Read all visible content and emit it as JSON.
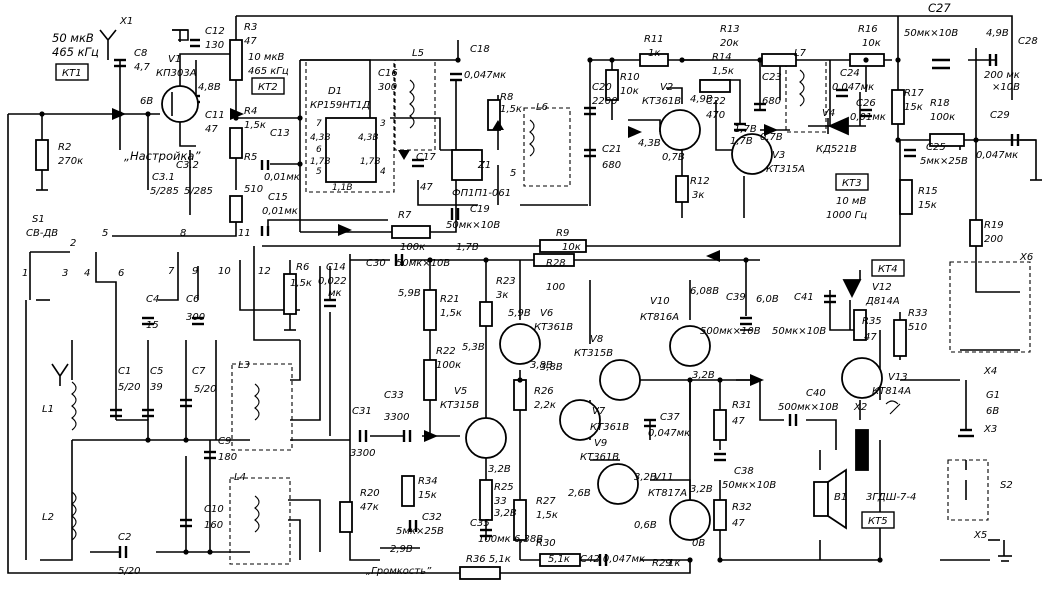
{
  "labels": [
    {
      "id": "lbl-in-level",
      "text": "50 мкВ"
    },
    {
      "id": "lbl-in-freq",
      "text": "465 кГц"
    },
    {
      "id": "lbl-x1",
      "text": "X1"
    },
    {
      "id": "lbl-c8",
      "text": "C8"
    },
    {
      "id": "lbl-c8v",
      "text": "4,7"
    },
    {
      "id": "lbl-v1",
      "text": "V1"
    },
    {
      "id": "lbl-v1t",
      "text": "КП303А"
    },
    {
      "id": "lbl-6v",
      "text": "6В"
    },
    {
      "id": "lbl-48v",
      "text": "4,8В"
    },
    {
      "id": "lbl-c12",
      "text": "C12"
    },
    {
      "id": "lbl-c12v",
      "text": "130"
    },
    {
      "id": "lbl-c11",
      "text": "C11"
    },
    {
      "id": "lbl-c11v",
      "text": "47"
    },
    {
      "id": "lbl-r3",
      "text": "R3"
    },
    {
      "id": "lbl-r3v",
      "text": "47"
    },
    {
      "id": "lbl-kt2-level",
      "text": "10 мкВ"
    },
    {
      "id": "lbl-kt2-freq",
      "text": "465 кГц"
    },
    {
      "id": "lbl-r4",
      "text": "R4"
    },
    {
      "id": "lbl-r4v",
      "text": "1,5к"
    },
    {
      "id": "lbl-r2",
      "text": "R2"
    },
    {
      "id": "lbl-r2v",
      "text": "270к"
    },
    {
      "id": "lbl-tune",
      "text": "„Настройка”"
    },
    {
      "id": "lbl-c31",
      "text": "C3.1"
    },
    {
      "id": "lbl-c32",
      "text": "C3.2"
    },
    {
      "id": "lbl-c31v",
      "text": "5/285"
    },
    {
      "id": "lbl-c32v",
      "text": "5/285"
    },
    {
      "id": "lbl-c13",
      "text": "C13"
    },
    {
      "id": "lbl-c13v",
      "text": "0,01мк"
    },
    {
      "id": "lbl-r5",
      "text": "R5"
    },
    {
      "id": "lbl-r5v",
      "text": "510"
    },
    {
      "id": "lbl-c15",
      "text": "C15"
    },
    {
      "id": "lbl-c15v",
      "text": "0,01мк"
    },
    {
      "id": "lbl-d1",
      "text": "D1"
    },
    {
      "id": "lbl-d1t",
      "text": "КР159НТ1Д"
    },
    {
      "id": "lbl-d1p7",
      "text": "7"
    },
    {
      "id": "lbl-d1p6",
      "text": "6"
    },
    {
      "id": "lbl-d1p5",
      "text": "5"
    },
    {
      "id": "lbl-d1p3",
      "text": "3"
    },
    {
      "id": "lbl-d1p4",
      "text": "4"
    },
    {
      "id": "lbl-d1v1",
      "text": "4,3В"
    },
    {
      "id": "lbl-d1v2",
      "text": "4,3В"
    },
    {
      "id": "lbl-d1v3",
      "text": "1,7В"
    },
    {
      "id": "lbl-d1v4",
      "text": "1,7В"
    },
    {
      "id": "lbl-d1v5",
      "text": "1,1В"
    },
    {
      "id": "lbl-l5",
      "text": "L5"
    },
    {
      "id": "lbl-c16",
      "text": "C16"
    },
    {
      "id": "lbl-c16v",
      "text": "300"
    },
    {
      "id": "lbl-c18",
      "text": "C18"
    },
    {
      "id": "lbl-c18v",
      "text": "0,047мк"
    },
    {
      "id": "lbl-c17",
      "text": "C17"
    },
    {
      "id": "lbl-c17v",
      "text": "47"
    },
    {
      "id": "lbl-z1",
      "text": "Z1"
    },
    {
      "id": "lbl-z1t",
      "text": "ФП1П1-061"
    },
    {
      "id": "lbl-r8",
      "text": "R8"
    },
    {
      "id": "lbl-r8v",
      "text": "1,5к"
    },
    {
      "id": "lbl-l6",
      "text": "L6"
    },
    {
      "id": "lbl-l6p",
      "text": "5"
    },
    {
      "id": "lbl-r7",
      "text": "R7"
    },
    {
      "id": "lbl-r7v",
      "text": "100к"
    },
    {
      "id": "lbl-c19",
      "text": "C19"
    },
    {
      "id": "lbl-c19v",
      "text": "50мк×10В"
    },
    {
      "id": "lbl-17v",
      "text": "1,7В"
    },
    {
      "id": "lbl-r9",
      "text": "R9"
    },
    {
      "id": "lbl-r9v",
      "text": "10к"
    },
    {
      "id": "lbl-c20",
      "text": "C20"
    },
    {
      "id": "lbl-c20v",
      "text": "2200"
    },
    {
      "id": "lbl-c21",
      "text": "C21"
    },
    {
      "id": "lbl-c21v",
      "text": "680"
    },
    {
      "id": "lbl-r11",
      "text": "R11"
    },
    {
      "id": "lbl-r11v",
      "text": "1к"
    },
    {
      "id": "lbl-r10",
      "text": "R10"
    },
    {
      "id": "lbl-r10v",
      "text": "10к"
    },
    {
      "id": "lbl-v2",
      "text": "V2"
    },
    {
      "id": "lbl-v2t",
      "text": "КТ361В"
    },
    {
      "id": "lbl-v2e",
      "text": "4,9В"
    },
    {
      "id": "lbl-v2b",
      "text": "4,3В"
    },
    {
      "id": "lbl-v2c",
      "text": "0,7В"
    },
    {
      "id": "lbl-r12",
      "text": "R12"
    },
    {
      "id": "lbl-r12v",
      "text": "3к"
    },
    {
      "id": "lbl-r13",
      "text": "R13"
    },
    {
      "id": "lbl-r13v",
      "text": "20к"
    },
    {
      "id": "lbl-r14",
      "text": "R14"
    },
    {
      "id": "lbl-r14v",
      "text": "1,5к"
    },
    {
      "id": "lbl-c22",
      "text": "C22"
    },
    {
      "id": "lbl-c22v",
      "text": "470"
    },
    {
      "id": "lbl-c23",
      "text": "C23"
    },
    {
      "id": "lbl-c23v",
      "text": "680"
    },
    {
      "id": "lbl-v3",
      "text": "V3"
    },
    {
      "id": "lbl-v3t",
      "text": "КТ315А"
    },
    {
      "id": "lbl-v3v",
      "text": "1,7В"
    },
    {
      "id": "lbl-l7",
      "text": "L7"
    },
    {
      "id": "lbl-r16",
      "text": "R16"
    },
    {
      "id": "lbl-r16v",
      "text": "10к"
    },
    {
      "id": "lbl-c24",
      "text": "C24"
    },
    {
      "id": "lbl-c24v",
      "text": "0,047мк"
    },
    {
      "id": "lbl-c26",
      "text": "C26"
    },
    {
      "id": "lbl-c26v",
      "text": "0,01мк"
    },
    {
      "id": "lbl-v4",
      "text": "V4"
    },
    {
      "id": "lbl-v4t",
      "text": "КД521В"
    },
    {
      "id": "lbl-c27",
      "text": "C27"
    },
    {
      "id": "lbl-c27v",
      "text": "50мк×10В"
    },
    {
      "id": "lbl-r17",
      "text": "R17"
    },
    {
      "id": "lbl-r17v",
      "text": "15к"
    },
    {
      "id": "lbl-r18",
      "text": "R18"
    },
    {
      "id": "lbl-r18v",
      "text": "100к"
    },
    {
      "id": "lbl-c25",
      "text": "C25"
    },
    {
      "id": "lbl-c25v",
      "text": "5мк×25В"
    },
    {
      "id": "lbl-kt3-level",
      "text": "10 мВ"
    },
    {
      "id": "lbl-kt3-freq",
      "text": "1000 Гц"
    },
    {
      "id": "lbl-r15",
      "text": "R15"
    },
    {
      "id": "lbl-r15v",
      "text": "15к"
    },
    {
      "id": "lbl-c28v0",
      "text": "4,9В"
    },
    {
      "id": "lbl-c28",
      "text": "C28"
    },
    {
      "id": "lbl-c28v",
      "text": "200 мк"
    },
    {
      "id": "lbl-c28v2",
      "text": "×10В"
    },
    {
      "id": "lbl-c29",
      "text": "C29"
    },
    {
      "id": "lbl-c29v",
      "text": "0,047мк"
    },
    {
      "id": "lbl-r19",
      "text": "R19"
    },
    {
      "id": "lbl-r19v",
      "text": "200"
    },
    {
      "id": "lbl-x6",
      "text": "X6"
    },
    {
      "id": "lbl-s1",
      "text": "S1"
    },
    {
      "id": "lbl-s1t",
      "text": "СВ-ДВ"
    },
    {
      "id": "lbl-n1",
      "text": "1"
    },
    {
      "id": "lbl-n2",
      "text": "2"
    },
    {
      "id": "lbl-n3",
      "text": "3"
    },
    {
      "id": "lbl-n4",
      "text": "4"
    },
    {
      "id": "lbl-n5",
      "text": "5"
    },
    {
      "id": "lbl-n6",
      "text": "6"
    },
    {
      "id": "lbl-n7",
      "text": "7"
    },
    {
      "id": "lbl-n8",
      "text": "8"
    },
    {
      "id": "lbl-n9",
      "text": "9"
    },
    {
      "id": "lbl-n10",
      "text": "10"
    },
    {
      "id": "lbl-n11",
      "text": "11"
    },
    {
      "id": "lbl-n12",
      "text": "12"
    },
    {
      "id": "lbl-c4",
      "text": "C4"
    },
    {
      "id": "lbl-c4v",
      "text": "15"
    },
    {
      "id": "lbl-c6",
      "text": "C6"
    },
    {
      "id": "lbl-c6v",
      "text": "300"
    },
    {
      "id": "lbl-r6",
      "text": "R6"
    },
    {
      "id": "lbl-r6v",
      "text": "1,5к"
    },
    {
      "id": "lbl-c14",
      "text": "C14"
    },
    {
      "id": "lbl-c14v",
      "text": "0,022"
    },
    {
      "id": "lbl-c14u",
      "text": "мк"
    },
    {
      "id": "lbl-c30",
      "text": "C30"
    },
    {
      "id": "lbl-c30v",
      "text": "50мк×10В"
    },
    {
      "id": "lbl-59v",
      "text": "5,9В"
    },
    {
      "id": "lbl-r21",
      "text": "R21"
    },
    {
      "id": "lbl-r21v",
      "text": "1,5к"
    },
    {
      "id": "lbl-r22",
      "text": "R22"
    },
    {
      "id": "lbl-r22v",
      "text": "100к"
    },
    {
      "id": "lbl-r23",
      "text": "R23"
    },
    {
      "id": "lbl-r23v",
      "text": "3к"
    },
    {
      "id": "lbl-r28",
      "text": "R28"
    },
    {
      "id": "lbl-r28v",
      "text": "100"
    },
    {
      "id": "lbl-v6",
      "text": "V6"
    },
    {
      "id": "lbl-v6t",
      "text": "КТ361В"
    },
    {
      "id": "lbl-v6e",
      "text": "5,9В"
    },
    {
      "id": "lbl-v6b",
      "text": "5,3В"
    },
    {
      "id": "lbl-v6c",
      "text": "3,8В"
    },
    {
      "id": "lbl-v10",
      "text": "V10"
    },
    {
      "id": "lbl-v10t",
      "text": "КТ816А"
    },
    {
      "id": "lbl-608v",
      "text": "6,08В"
    },
    {
      "id": "lbl-c39",
      "text": "C39"
    },
    {
      "id": "lbl-c39v",
      "text": "500мк×10В"
    },
    {
      "id": "lbl-6v2",
      "text": "6,0В"
    },
    {
      "id": "lbl-v8",
      "text": "V8"
    },
    {
      "id": "lbl-v8t",
      "text": "КТ315В"
    },
    {
      "id": "lbl-32v1",
      "text": "3,2В"
    },
    {
      "id": "lbl-c41",
      "text": "C41"
    },
    {
      "id": "lbl-c41v",
      "text": "50мк×10В"
    },
    {
      "id": "lbl-v12",
      "text": "V12"
    },
    {
      "id": "lbl-v12t",
      "text": "Д814А"
    },
    {
      "id": "lbl-r35",
      "text": "R35"
    },
    {
      "id": "lbl-r35v",
      "text": "47"
    },
    {
      "id": "lbl-r33",
      "text": "R33"
    },
    {
      "id": "lbl-r33v",
      "text": "510"
    },
    {
      "id": "lbl-v13",
      "text": "V13"
    },
    {
      "id": "lbl-v13t",
      "text": "КТ814А"
    },
    {
      "id": "lbl-c1",
      "text": "C1"
    },
    {
      "id": "lbl-c1v",
      "text": "5/20"
    },
    {
      "id": "lbl-c5",
      "text": "C5"
    },
    {
      "id": "lbl-c5v",
      "text": "39"
    },
    {
      "id": "lbl-c7",
      "text": "C7"
    },
    {
      "id": "lbl-c7v",
      "text": "5/20"
    },
    {
      "id": "lbl-l1",
      "text": "L1"
    },
    {
      "id": "lbl-l2",
      "text": "L2"
    },
    {
      "id": "lbl-l3",
      "text": "L3"
    },
    {
      "id": "lbl-l4",
      "text": "L4"
    },
    {
      "id": "lbl-c9",
      "text": "C9"
    },
    {
      "id": "lbl-c9v",
      "text": "180"
    },
    {
      "id": "lbl-c10",
      "text": "C10"
    },
    {
      "id": "lbl-c10v",
      "text": "160"
    },
    {
      "id": "lbl-c2",
      "text": "C2"
    },
    {
      "id": "lbl-c2v",
      "text": "5/20"
    },
    {
      "id": "lbl-c31b",
      "text": "C31"
    },
    {
      "id": "lbl-c31bv",
      "text": "3300"
    },
    {
      "id": "lbl-c33",
      "text": "C33"
    },
    {
      "id": "lbl-c33v",
      "text": "3300"
    },
    {
      "id": "lbl-v5",
      "text": "V5"
    },
    {
      "id": "lbl-v5t",
      "text": "КТ315В"
    },
    {
      "id": "lbl-r26",
      "text": "R26"
    },
    {
      "id": "lbl-r26v",
      "text": "2,2к"
    },
    {
      "id": "lbl-v7",
      "text": "V7"
    },
    {
      "id": "lbl-v7t",
      "text": "КТ361В"
    },
    {
      "id": "lbl-c37",
      "text": "C37"
    },
    {
      "id": "lbl-c37v",
      "text": "0,047мк"
    },
    {
      "id": "lbl-r31",
      "text": "R31"
    },
    {
      "id": "lbl-r31v",
      "text": "47"
    },
    {
      "id": "lbl-c40",
      "text": "C40"
    },
    {
      "id": "lbl-c40v",
      "text": "500мк×10В"
    },
    {
      "id": "lbl-x2",
      "text": "X2"
    },
    {
      "id": "lbl-x4",
      "text": "X4"
    },
    {
      "id": "lbl-g1",
      "text": "G1"
    },
    {
      "id": "lbl-g1v",
      "text": "6В"
    },
    {
      "id": "lbl-x3",
      "text": "X3"
    },
    {
      "id": "lbl-v9",
      "text": "V9"
    },
    {
      "id": "lbl-v9t",
      "text": "КТ361В"
    },
    {
      "id": "lbl-c38",
      "text": "C38"
    },
    {
      "id": "lbl-c38v",
      "text": "50мк×10В"
    },
    {
      "id": "lbl-r20",
      "text": "R20"
    },
    {
      "id": "lbl-r20v",
      "text": "47к"
    },
    {
      "id": "lbl-r34",
      "text": "R34"
    },
    {
      "id": "lbl-r34v",
      "text": "15к"
    },
    {
      "id": "lbl-c32b",
      "text": "C32"
    },
    {
      "id": "lbl-c32bv",
      "text": "5мк×25В"
    },
    {
      "id": "lbl-r25",
      "text": "R25"
    },
    {
      "id": "lbl-r25v",
      "text": "33"
    },
    {
      "id": "lbl-c35",
      "text": "C35"
    },
    {
      "id": "lbl-c35v",
      "text": "100мк"
    },
    {
      "id": "lbl-r27",
      "text": "R27"
    },
    {
      "id": "lbl-r27v",
      "text": "1,5к"
    },
    {
      "id": "lbl-v11",
      "text": "V11"
    },
    {
      "id": "lbl-v11t",
      "text": "КТ817А"
    },
    {
      "id": "lbl-r32",
      "text": "R32"
    },
    {
      "id": "lbl-r32v",
      "text": "47"
    },
    {
      "id": "lbl-b1",
      "text": "B1"
    },
    {
      "id": "lbl-spk",
      "text": "3ГДШ-7-4"
    },
    {
      "id": "lbl-s2",
      "text": "S2"
    },
    {
      "id": "lbl-x5",
      "text": "X5"
    },
    {
      "id": "lbl-vol",
      "text": "„Громкость”"
    },
    {
      "id": "lbl-29v",
      "text": "2,9В"
    },
    {
      "id": "lbl-32v2",
      "text": "3,2В"
    },
    {
      "id": "lbl-32v3",
      "text": "3,2В"
    },
    {
      "id": "lbl-32v4",
      "text": "3,2В"
    },
    {
      "id": "lbl-32v5",
      "text": "3,2В"
    },
    {
      "id": "lbl-26v",
      "text": "2,6В"
    },
    {
      "id": "lbl-638v",
      "text": "6,38В"
    },
    {
      "id": "lbl-06v",
      "text": "0,6В"
    },
    {
      "id": "lbl-0v",
      "text": "0В"
    },
    {
      "id": "lbl-r36",
      "text": "R36 5,1к"
    },
    {
      "id": "lbl-r30",
      "text": "R30"
    },
    {
      "id": "lbl-r30v",
      "text": "5,1к"
    },
    {
      "id": "lbl-c42",
      "text": "C42 0,047мк"
    },
    {
      "id": "lbl-r29",
      "text": "R29"
    },
    {
      "id": "lbl-r29v",
      "text": "1к"
    },
    {
      "id": "lbl-38v",
      "text": "3,8В"
    },
    {
      "id": "lbl-78v",
      "text": "0,7В"
    },
    {
      "id": "lbl-178v",
      "text": "1,7В"
    }
  ],
  "test_points": [
    {
      "id": "tp-kt1",
      "text": "КТ1"
    },
    {
      "id": "tp-kt2",
      "text": "КТ2"
    },
    {
      "id": "tp-kt3",
      "text": "КТ3"
    },
    {
      "id": "tp-kt4",
      "text": "КТ4"
    },
    {
      "id": "tp-kt5",
      "text": "КТ5"
    }
  ]
}
